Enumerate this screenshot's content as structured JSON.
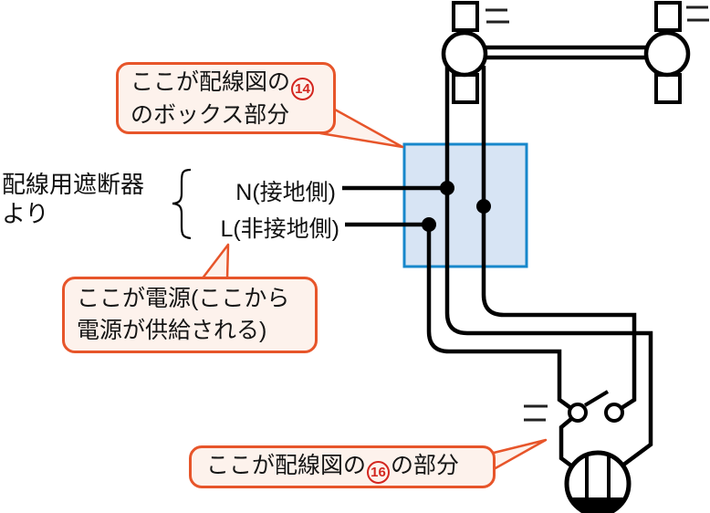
{
  "labels": {
    "source": {
      "line1": "配線用遮断器",
      "line2": "より"
    },
    "neutral_wire": "N(接地側)",
    "live_wire": "L(非接地側)"
  },
  "callouts": {
    "box": {
      "text_before_number": "ここが配線図の",
      "number": "14",
      "line2": "のボックス部分"
    },
    "power": {
      "line1": "ここが電源(ここから",
      "line2": "電源が供給される)"
    },
    "part16": {
      "text_before_number": "ここが配線図の",
      "number": "16",
      "text_after_number": "の部分"
    }
  },
  "icons": {
    "ceiling_light_left": "ceiling-light-symbol",
    "ceiling_light_right": "ceiling-light-symbol",
    "junction_box": "junction-box-symbol",
    "switch": "single-pole-switch-symbol",
    "outlet": "wall-outlet-symbol",
    "cable_marker": "two-core-cable-marker"
  },
  "colors": {
    "callout_border": "#e7552a",
    "callout_fill": "#fdf2ec",
    "circled_number": "#d3261f",
    "junction_box_border": "#1787cb",
    "junction_box_fill": "#d7e4f4",
    "wire": "#000000"
  }
}
